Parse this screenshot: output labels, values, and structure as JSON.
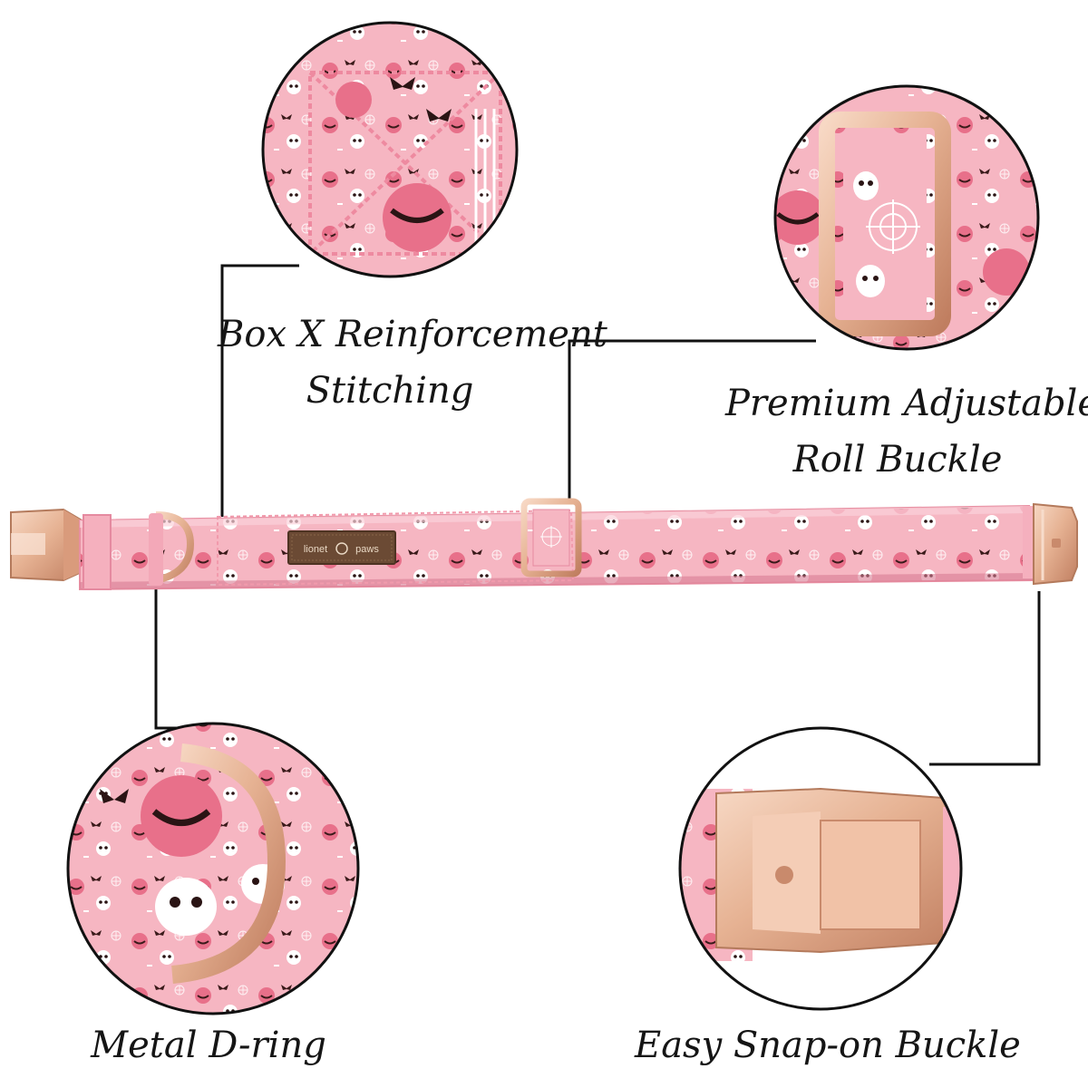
{
  "brand_tag": {
    "line1": "lionet",
    "line2": "paws"
  },
  "callouts": [
    {
      "id": "box-x",
      "lines": [
        "Box X Reinforcement",
        "Stitching"
      ]
    },
    {
      "id": "roll-buckle",
      "lines": [
        "Premium Adjustable",
        "Roll Buckle"
      ]
    },
    {
      "id": "d-ring",
      "lines": [
        "Metal D-ring"
      ]
    },
    {
      "id": "snap-buckle",
      "lines": [
        "Easy Snap-on Buckle"
      ]
    }
  ],
  "colors": {
    "fabric": "#f6b3c0",
    "fabric_dark": "#ee8fa3",
    "pumpkin": "#e86f86",
    "hardware": "#e9b99a",
    "hardware_dark": "#c98a6c",
    "ink": "#2a1414",
    "leader_line": "#111111",
    "tag": "#6b4a34"
  }
}
